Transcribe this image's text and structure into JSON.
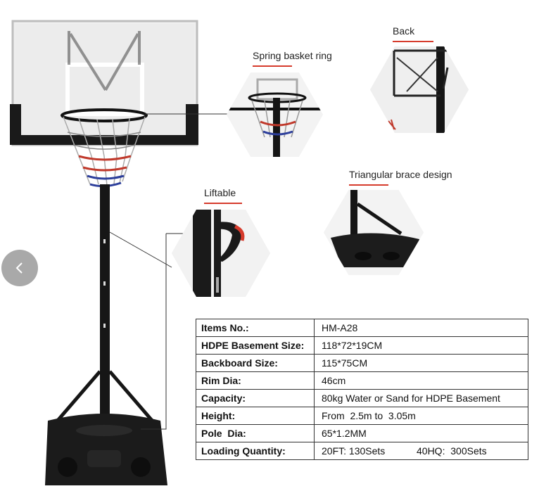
{
  "callouts": {
    "spring_ring": "Spring basket ring",
    "back": "Back",
    "triangular": "Triangular brace design",
    "liftable": "Liftable"
  },
  "accent_color": "#d63b2c",
  "nav": {
    "prev_icon": "chevron-left-icon"
  },
  "specs": [
    {
      "key": "Items No.:",
      "value": "HM-A28"
    },
    {
      "key": "HDPE Basement Size:",
      "value": "118*72*19CM"
    },
    {
      "key": "Backboard Size:",
      "value": "115*75CM"
    },
    {
      "key": "Rim Dia:",
      "value": "46cm"
    },
    {
      "key": "Capacity:",
      "value": "80kg Water or Sand for HDPE Basement"
    },
    {
      "key": "Height:",
      "value": "From  2.5m to  3.05m"
    },
    {
      "key": "Pole  Dia:",
      "value": "65*1.2MM"
    },
    {
      "key": "Loading Quantity:",
      "value_a": "20FT: 130Sets",
      "value_b": "40HQ:  300Sets"
    }
  ]
}
